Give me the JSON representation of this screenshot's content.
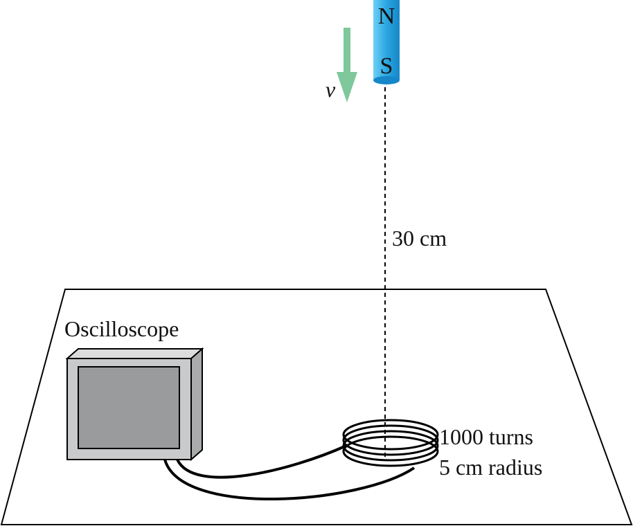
{
  "magnet": {
    "north_label": "N",
    "south_label": "S",
    "color": "#2aa6e0"
  },
  "velocity": {
    "label": "v",
    "color": "#7ec89b"
  },
  "distance_label": "30 cm",
  "oscilloscope": {
    "label": "Oscilloscope",
    "body_color": "#c9cacb",
    "screen_color": "#9a9b9d"
  },
  "coil": {
    "turns_label": "1000 turns",
    "radius_label": "5 cm radius"
  }
}
